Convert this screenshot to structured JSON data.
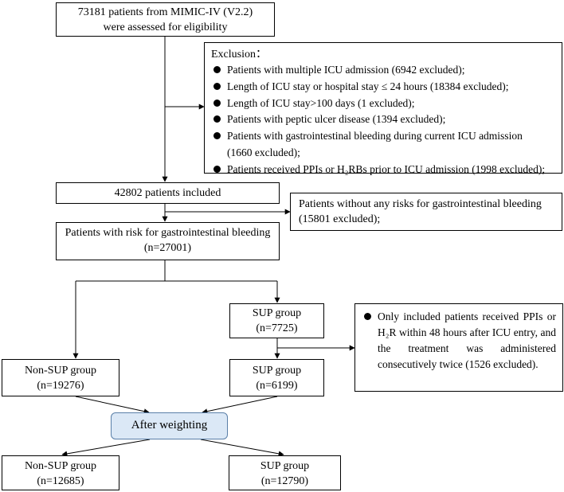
{
  "colors": {
    "line": "#000000",
    "highlight_fill": "#dbe8f6",
    "highlight_border": "#5a7fa8"
  },
  "assessed": {
    "line1": "73181 patients from MIMIC-IV (V2.2)",
    "line2": "were assessed for eligibility"
  },
  "exclusion": {
    "heading": "Exclusion：",
    "items": [
      "Patients with multiple ICU admission (6942 excluded);",
      "Length of ICU stay or hospital stay ≤ 24 hours (18384 excluded);",
      "Length of ICU stay>100 days (1 excluded);",
      "Patients with peptic ulcer disease (1394 excluded);",
      "Patients with gastrointestinal bleeding during current ICU admission (1660 excluded);",
      "Patients received PPIs or H₂RBs prior to ICU admission (1998 excluded);"
    ]
  },
  "included": {
    "text": "42802 patients included"
  },
  "no_risk": {
    "line1": "Patients without any risks for gastrointestinal bleeding",
    "line2": "(15801 excluded);"
  },
  "risk": {
    "line1": "Patients with risk for gastrointestinal bleeding",
    "line2": "(n=27001)"
  },
  "sup_initial": {
    "line1": "SUP group",
    "line2": "(n=7725)"
  },
  "sup_exclusion": {
    "text": "Only included patients  received PPIs or H₂R within 48 hours after ICU entry, and the treatment was administered consecutively twice (1526 excluded)."
  },
  "non_sup_before": {
    "line1": "Non-SUP group",
    "line2": "(n=19276)"
  },
  "sup_before": {
    "line1": "SUP group",
    "line2": "(n=6199)"
  },
  "weighting": {
    "text": "After weighting"
  },
  "non_sup_after": {
    "line1": "Non-SUP group",
    "line2": "(n=12685)"
  },
  "sup_after": {
    "line1": "SUP group",
    "line2": "(n=12790)"
  }
}
